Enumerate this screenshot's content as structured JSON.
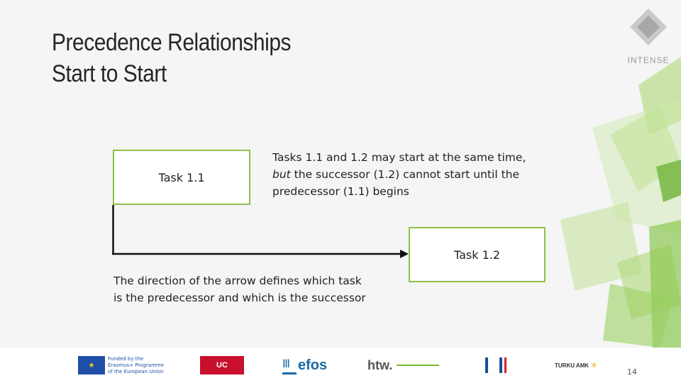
{
  "title": {
    "line1": "Precedence Relationships",
    "line2": "Start to Start"
  },
  "brand": {
    "logo_text": "INTENSE"
  },
  "tasks": {
    "task1_label": "Task 1.1",
    "task2_label": "Task 1.2"
  },
  "notes": {
    "note1_line1": "Tasks 1.1 and 1.2 may start at the same time,",
    "note1_em": "but",
    "note1_line2_rest": " the successor (1.2) cannot start until the",
    "note1_line3": "predecessor (1.1) begins",
    "note2_line1": "The direction of the arrow defines which task",
    "note2_line2": "is the predecessor and which is the successor"
  },
  "footer": {
    "logos": {
      "eu_line1": "Funded by the",
      "eu_line2": "Erasmus+ Programme",
      "eu_line3": "of the European Union",
      "uc": "UC",
      "efos": "efos",
      "htw": "htw.",
      "turku": "TURKU AMK"
    },
    "page_number": "14"
  },
  "colors": {
    "accent_green": "#8fbf4c",
    "arrow": "#111111",
    "background": "#f4f5f4"
  }
}
